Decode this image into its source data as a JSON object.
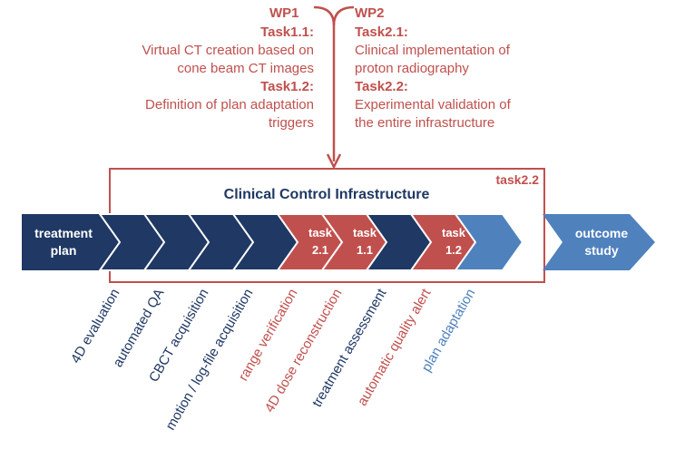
{
  "wp1": {
    "title": "WP1",
    "task1_1": {
      "label": "Task1.1:",
      "line1": "Virtual CT creation based on",
      "line2": "cone beam CT images"
    },
    "task1_2": {
      "label": "Task1.2:",
      "line1": "Definition of plan adaptation",
      "line2": "triggers"
    }
  },
  "wp2": {
    "title": "WP2",
    "task2_1": {
      "label": "Task2.1:",
      "line1": "Clinical implementation of",
      "line2": "proton radiography"
    },
    "task2_2": {
      "label": "Task2.2:",
      "line1": "Experimental validation of",
      "line2": "the entire infrastructure"
    }
  },
  "box": {
    "title": "Clinical Control Infrastructure",
    "tag": "task2.2"
  },
  "start_arrow": {
    "line1": "treatment",
    "line2": "plan"
  },
  "end_arrow": {
    "line1": "outcome",
    "line2": "study"
  },
  "chevrons": [
    {
      "type": "dark"
    },
    {
      "type": "dark"
    },
    {
      "type": "dark"
    },
    {
      "type": "dark"
    },
    {
      "type": "red",
      "line1": "task",
      "line2": "2.1"
    },
    {
      "type": "red",
      "line1": "task",
      "line2": "1.1"
    },
    {
      "type": "dark"
    },
    {
      "type": "red",
      "line1": "task",
      "line2": "1.2"
    },
    {
      "type": "light"
    }
  ],
  "steps": [
    {
      "text": "4D evaluation",
      "color": "#1f3864"
    },
    {
      "text": "automated QA",
      "color": "#1f3864"
    },
    {
      "text": "CBCT acquisition",
      "color": "#1f3864"
    },
    {
      "text": "motion / log-file acquisition",
      "color": "#1f3864"
    },
    {
      "text": "range verification",
      "color": "#c0504d"
    },
    {
      "text": "4D dose reconstruction",
      "color": "#c0504d"
    },
    {
      "text": "treatment assessment",
      "color": "#1f3864"
    },
    {
      "text": "automatic quality alert",
      "color": "#c0504d"
    },
    {
      "text": "plan adaptation",
      "color": "#4f81bd"
    }
  ],
  "colors": {
    "dark": "#1f3864",
    "red": "#c0504d",
    "light": "#4f81bd",
    "box": "#c0504d"
  }
}
